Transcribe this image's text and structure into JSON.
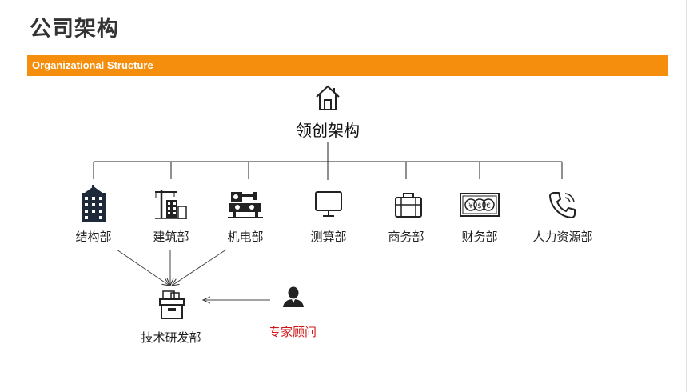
{
  "page": {
    "title": "公司架构"
  },
  "banner": {
    "text": "Organizational Structure",
    "color": "#f68e0d"
  },
  "diagram": {
    "root": {
      "label": "领创架构",
      "icon": "house-icon"
    },
    "departments": [
      {
        "label": "结构部",
        "icon": "building-icon"
      },
      {
        "label": "建筑部",
        "icon": "crane-building-icon"
      },
      {
        "label": "机电部",
        "icon": "machinery-icon"
      },
      {
        "label": "测算部",
        "icon": "monitor-icon"
      },
      {
        "label": "商务部",
        "icon": "briefcase-icon"
      },
      {
        "label": "财务部",
        "icon": "currency-icon"
      },
      {
        "label": "人力资源部",
        "icon": "phone-icon"
      }
    ],
    "rnd": {
      "label": "技术研发部",
      "icon": "archive-box-icon"
    },
    "expert": {
      "label": "专家顾问",
      "icon": "person-icon",
      "color": "#d01515"
    }
  }
}
